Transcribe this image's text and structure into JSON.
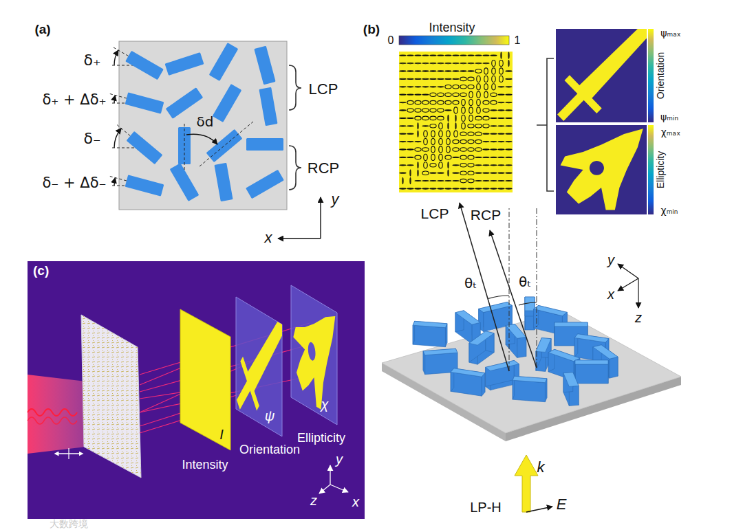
{
  "diagram": {
    "nodes": [
      {
        "text": [
          "(c)"
        ]
      },
      {
        "text": [
          "I",
          "Intensity"
        ],
        "in": 0
      },
      {
        "text": [
          "ψ",
          "Orientation"
        ],
        "in": 0
      },
      {
        "text": [
          "χ",
          "Ellipticity"
        ],
        "in": 0
      }
    ],
    "labels": [
      "(a)",
      "δ₊",
      "δ₊ + Δδ₊",
      "δ₋",
      "δ₋ + Δδ₋",
      "δd",
      "LCP",
      "RCP",
      "y",
      "x",
      "(b)",
      "Intensity",
      "0",
      "1",
      "ψₘₐₓ",
      "Orientation",
      "ψₘᵢₙ",
      "χₘₐₓ",
      "Ellipticity",
      "χₘᵢₙ",
      "LCP",
      "RCP",
      "θₜ",
      "θₜ",
      "y",
      "x",
      "z",
      "k",
      "LP-H",
      "E",
      "y",
      "z",
      "x",
      "大数跨境"
    ]
  }
}
